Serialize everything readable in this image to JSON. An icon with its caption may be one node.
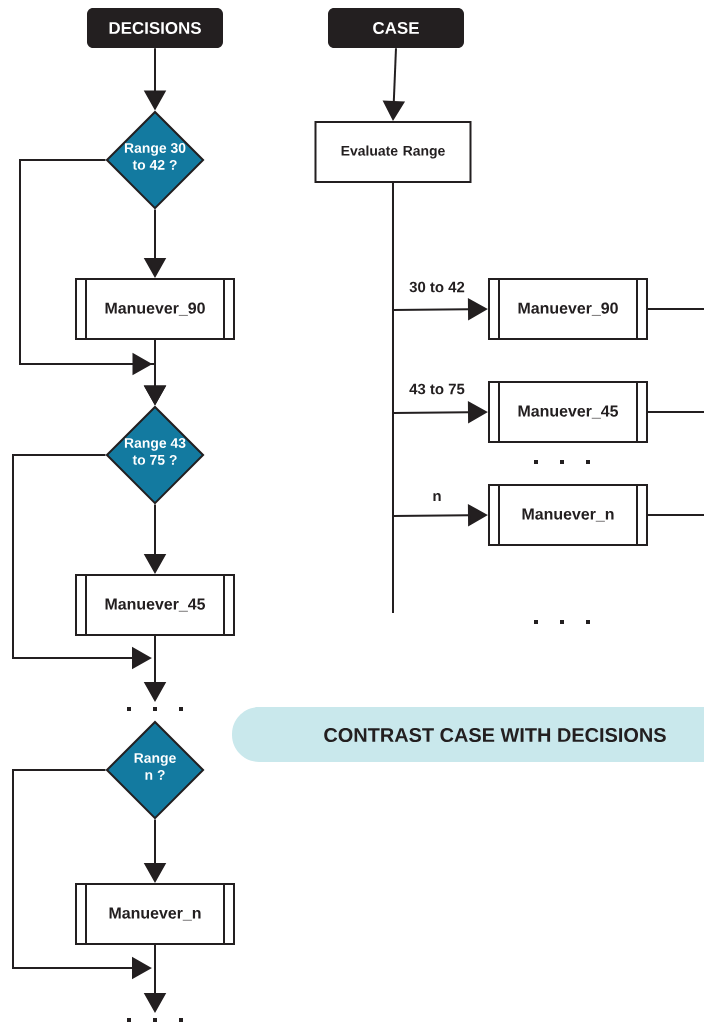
{
  "diagram": {
    "nodes": [
      {
        "text": [
          "DECISIONS"
        ]
      },
      {
        "text": [
          "Range 30 to 42 ?"
        ]
      },
      {
        "text": [
          "Manuever_90"
        ]
      },
      {
        "text": [
          "Range 43 to 75 ?"
        ]
      },
      {
        "text": [
          "Manuever_45"
        ]
      },
      {
        "text": [
          "Range n ?"
        ]
      },
      {
        "text": [
          "Manuever_n"
        ]
      },
      {
        "text": [
          "CASE"
        ]
      },
      {
        "text": [
          "Evaluate Range"
        ]
      },
      {
        "text": [
          "Manuever_90"
        ]
      },
      {
        "text": [
          "Manuever_45"
        ]
      },
      {
        "text": [
          "Manuever_n"
        ]
      },
      {
        "text": [
          "CONTRAST CASE WITH DECISIONS"
        ]
      }
    ],
    "edges": [
      {
        "from": 0,
        "to": 1,
        "arrow": "to"
      },
      {
        "from": 1,
        "to": 2,
        "arrow": "to"
      },
      {
        "from": 2,
        "to": 3,
        "arrow": "to"
      },
      {
        "from": 1,
        "to": 3,
        "arrow": "to"
      },
      {
        "from": 3,
        "to": 4,
        "arrow": "to"
      },
      {
        "from": 4,
        "to": null,
        "arrow": "to"
      },
      {
        "from": 3,
        "to": null,
        "arrow": "to"
      },
      {
        "from": 5,
        "to": 6,
        "arrow": "to"
      },
      {
        "from": 6,
        "to": null,
        "arrow": "to"
      },
      {
        "from": 5,
        "to": null,
        "arrow": "to"
      },
      {
        "from": 7,
        "to": 8,
        "arrow": "to"
      },
      {
        "from": 8,
        "to": 9,
        "arrow": "to",
        "label": "30 to 42"
      },
      {
        "from": 8,
        "to": 10,
        "arrow": "to",
        "label": "43 to 75"
      },
      {
        "from": 8,
        "to": 11,
        "arrow": "to",
        "label": "n"
      },
      {
        "from": 8,
        "to": null,
        "arrow": "none"
      },
      {
        "from": 9,
        "to": null,
        "arrow": "none"
      },
      {
        "from": 10,
        "to": null,
        "arrow": "none"
      },
      {
        "from": 11,
        "to": null,
        "arrow": "none"
      }
    ]
  }
}
